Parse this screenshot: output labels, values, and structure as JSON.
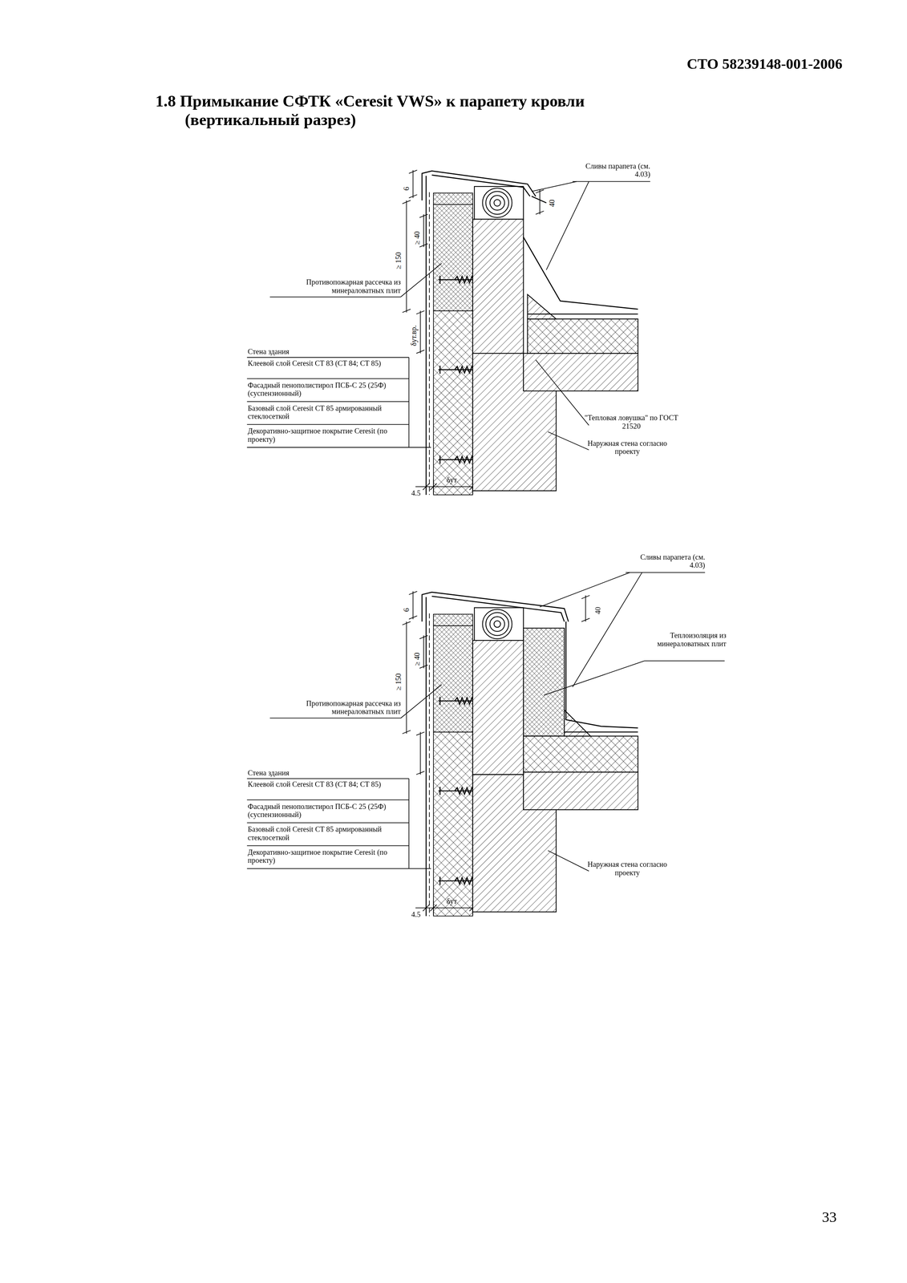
{
  "diagram": {
    "title": "1.8 Примыкание СФТК «Ceresit VWS» к парапету кровли (вертикальный разрез)",
    "labels": [
      "СТО 58239148-001-2006",
      "Сливы парапета (см. 4.03)",
      "6",
      "40",
      "≥ 40",
      "≥ 150",
      "Противопожарная рассечка из минераловатных плит",
      "δут.вр.",
      "Стена здания",
      "Клеевой слой Ceresit CT 83 (CT 84; CT 85)",
      "Фасадный пенополистирол ПСБ-С 25 (25Ф) (суспензионный)",
      "Базовый слой Ceresit CT 85 армированный стеклосеткой",
      "Декоративно-защитное покрытие Ceresit (по проекту)",
      "\"Тепловая ловушка\" по ГОСТ 21520",
      "Наружная стена согласно проекту",
      "4.5",
      "δут",
      "Сливы парапета (см. 4.03)",
      "6",
      "40",
      "≥ 40",
      "≥ 150",
      "Теплоизоляция из минераловатных плит",
      "Противопожарная рассечка из минераловатных плит",
      "Стена здания",
      "Клеевой слой Ceresit CT 83 (CT 84; CT 85)",
      "Фасадный пенополистирол ПСБ-С 25 (25Ф) (суспензионный)",
      "Базовый слой Ceresit CT 85 армированный стеклосеткой",
      "Декоративно-защитное покрытие Ceresit (по проекту)",
      "Наружная стена согласно проекту",
      "4.5",
      "δут",
      "33"
    ]
  }
}
